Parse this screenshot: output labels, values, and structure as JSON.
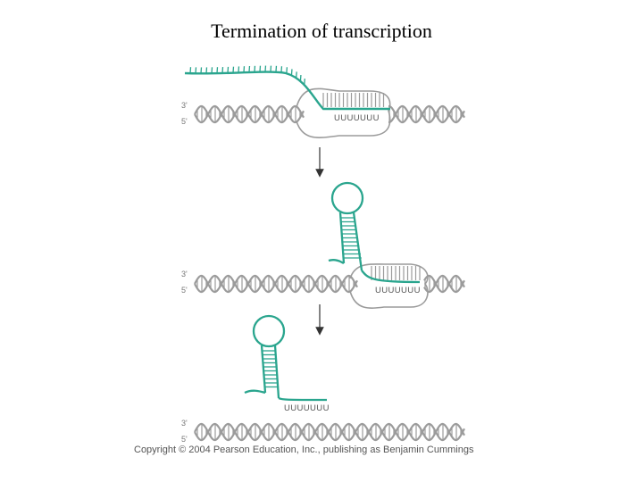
{
  "title": "Termination of transcription",
  "strand_labels": {
    "three_prime": "3'",
    "five_prime": "5'"
  },
  "u_sequence": "UUUUUUU",
  "copyright": "Copyright © 2004 Pearson Education, Inc., publishing as Benjamin Cummings",
  "colors": {
    "rna": "#2aa58e",
    "dna": "#9b9b9b",
    "arrow": "#333333"
  }
}
